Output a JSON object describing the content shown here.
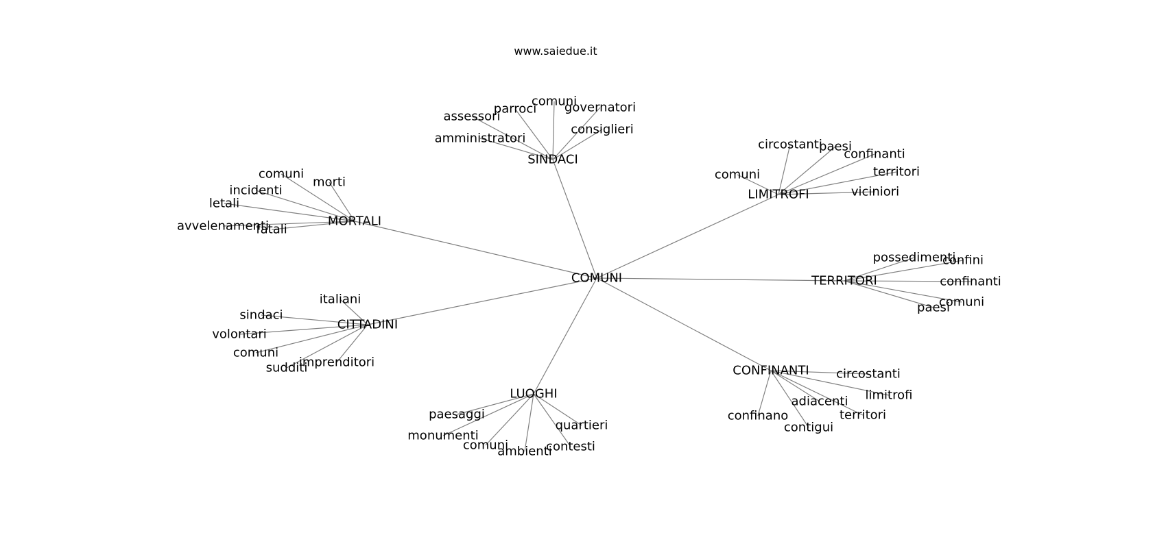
{
  "site": "www.saiedue.it",
  "colors": {
    "edge": "#808080",
    "text": "#000000",
    "background": "#ffffff"
  },
  "graph": {
    "center": {
      "id": "comuni",
      "label": "COMUNI"
    },
    "clusters": [
      {
        "id": "sindaci",
        "label": "SINDACI",
        "leaves": [
          "governatori",
          "comuni",
          "parroci",
          "assessori",
          "amministratori",
          "consiglieri"
        ]
      },
      {
        "id": "limitrofi",
        "label": "LIMITROFI",
        "leaves": [
          "circostanti",
          "paesi",
          "confinanti",
          "territori",
          "viciniori",
          "comuni"
        ]
      },
      {
        "id": "territori",
        "label": "TERRITORI",
        "leaves": [
          "possedimenti",
          "confini",
          "confinanti",
          "comuni",
          "paesi"
        ]
      },
      {
        "id": "confinanti",
        "label": "CONFINANTI",
        "leaves": [
          "circostanti",
          "limitrofi",
          "territori",
          "adiacenti",
          "contigui",
          "confinano"
        ]
      },
      {
        "id": "luoghi",
        "label": "LUOGHI",
        "leaves": [
          "paesaggi",
          "monumenti",
          "comuni",
          "ambienti",
          "contesti",
          "quartieri"
        ]
      },
      {
        "id": "cittadini",
        "label": "CITTADINI",
        "leaves": [
          "italiani",
          "sindaci",
          "volontari",
          "comuni",
          "sudditi",
          "imprenditori"
        ]
      },
      {
        "id": "mortali",
        "label": "MORTALI",
        "leaves": [
          "morti",
          "comuni",
          "incidenti",
          "letali",
          "avvelenamenti",
          "fatali"
        ]
      }
    ]
  }
}
